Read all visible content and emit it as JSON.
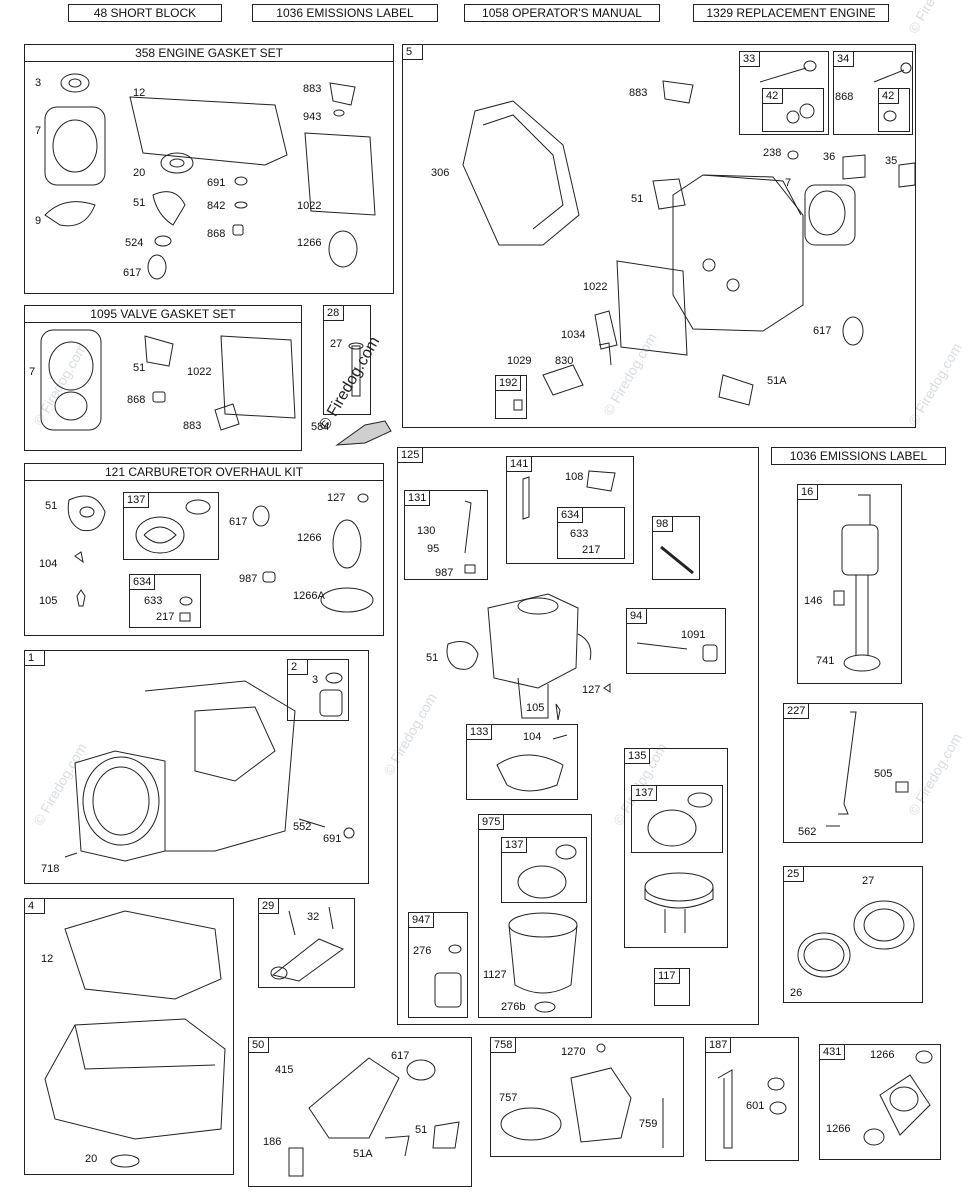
{
  "top_buttons": [
    "48 SHORT BLOCK",
    "1036 EMISSIONS LABEL",
    "1058 OPERATOR'S MANUAL",
    "1329 REPLACEMENT ENGINE"
  ],
  "gasket_set": {
    "title": "358 ENGINE GASKET SET",
    "parts": [
      "3",
      "12",
      "883",
      "943",
      "7",
      "20",
      "691",
      "51",
      "842",
      "1022",
      "9",
      "524",
      "868",
      "1266",
      "617"
    ]
  },
  "valve_set": {
    "title": "1095 VALVE GASKET SET",
    "parts": [
      "7",
      "51",
      "1022",
      "868",
      "883"
    ]
  },
  "box28": {
    "tag": "28",
    "parts": [
      "27",
      "584"
    ]
  },
  "carb_kit": {
    "title": "121 CARBURETOR OVERHAUL KIT",
    "sub137": "137",
    "sub634": "634",
    "parts": [
      "51",
      "127",
      "617",
      "1266",
      "104",
      "987",
      "105",
      "1266A",
      "633",
      "217"
    ]
  },
  "head": {
    "tag": "5",
    "sub33": "33",
    "sub34": "34",
    "sub42a": "42",
    "sub42b": "42",
    "sub192": "192",
    "parts": [
      "883",
      "868",
      "306",
      "238",
      "36",
      "35",
      "7",
      "51",
      "1022",
      "1034",
      "617",
      "1029",
      "830",
      "51A"
    ]
  },
  "emissions_label_2": "1036 EMISSIONS LABEL",
  "carb": {
    "tag": "125",
    "sub131": "131",
    "sub141": "141",
    "sub634": "634",
    "sub98": "98",
    "sub94": "94",
    "sub133": "133",
    "sub135": "135",
    "sub137a": "137",
    "sub975": "975",
    "sub137b": "137",
    "sub947": "947",
    "sub117": "117",
    "parts": [
      "108",
      "130",
      "633",
      "95",
      "217",
      "987",
      "51",
      "1091",
      "127",
      "105",
      "104",
      "276",
      "1127",
      "276b"
    ]
  },
  "crank": {
    "tag": "16",
    "parts": [
      "146",
      "741"
    ]
  },
  "governor": {
    "tag": "227",
    "parts": [
      "505",
      "562"
    ]
  },
  "piston": {
    "tag": "25",
    "parts": [
      "27",
      "26"
    ]
  },
  "block": {
    "tag": "1",
    "sub2": "2",
    "parts": [
      "3",
      "552",
      "691",
      "718"
    ]
  },
  "sump": {
    "tag": "4",
    "parts": [
      "12",
      "20"
    ]
  },
  "rod": {
    "tag": "29",
    "parts": [
      "32"
    ]
  },
  "box50": {
    "tag": "50",
    "parts": [
      "617",
      "415",
      "186",
      "51",
      "51A"
    ]
  },
  "box758": {
    "tag": "758",
    "parts": [
      "1270",
      "757",
      "759"
    ]
  },
  "box187": {
    "tag": "187",
    "parts": [
      "601"
    ]
  },
  "box431": {
    "tag": "431",
    "parts": [
      "1266",
      "1266"
    ]
  },
  "watermark": "© Firedog.com",
  "colors": {
    "line": "#222222",
    "watermark": "#d8dde2"
  }
}
